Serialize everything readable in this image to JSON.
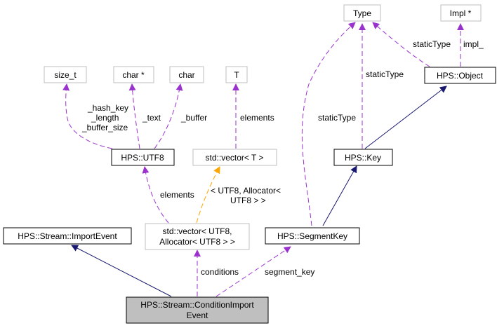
{
  "nodes": {
    "type": "Type",
    "impl_ptr": "Impl *",
    "size_t": "size_t",
    "char_ptr": "char *",
    "char": "char",
    "T": "T",
    "hps_object": "HPS::Object",
    "hps_utf8": "HPS::UTF8",
    "std_vector_t": "std::vector< T >",
    "hps_key": "HPS::Key",
    "import_event": "HPS::Stream::ImportEvent",
    "std_vector_utf8_line1": "std::vector< UTF8,",
    "std_vector_utf8_line2": "Allocator< UTF8 > >",
    "hps_segment_key": "HPS::SegmentKey",
    "condition_import_event_line1": "HPS::Stream::ConditionImport",
    "condition_import_event_line2": "Event"
  },
  "edge_labels": {
    "static_type_object": "staticType",
    "impl": "impl_",
    "static_type_key": "staticType",
    "static_type_segment_key": "staticType",
    "hash_key_line1": "_hash_key",
    "hash_key_line2": "_length",
    "hash_key_line3": "_buffer_size",
    "text": "_text",
    "buffer": "_buffer",
    "elements_t": "elements",
    "template_args_line1": "< UTF8, Allocator<",
    "template_args_line2": "UTF8 > >",
    "elements_utf8": "elements",
    "conditions": "conditions",
    "segment_key": "segment_key"
  },
  "colors": {
    "inheritance": "#191970",
    "usage": "#9a32cd",
    "template": "#ffa500",
    "node_border": "#000000",
    "external_node_border": "#bfbfbf",
    "focus_fill": "#bfbfbf"
  }
}
